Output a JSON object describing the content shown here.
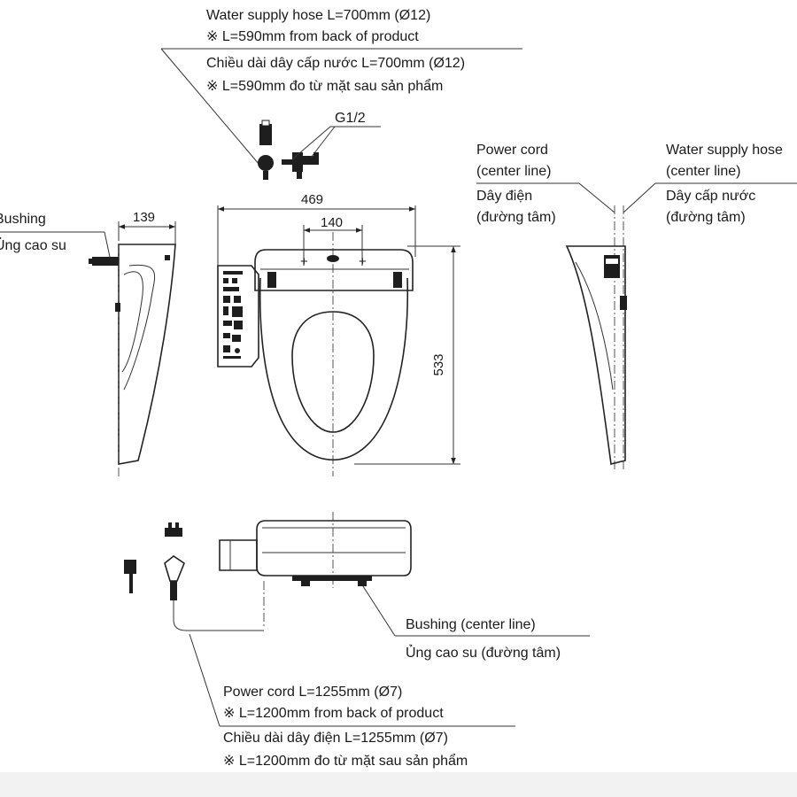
{
  "labels": {
    "water_hose_title": "Water supply hose L=700mm (Ø12)",
    "water_hose_note": "※ L=590mm from back of product",
    "water_hose_title_vi": "Chiều dài dây cấp nước L=700mm (Ø12)",
    "water_hose_note_vi": "※ L=590mm đo từ mặt sau sản phẩm",
    "g_thread": "G1/2",
    "bushing": "Bushing",
    "bushing_vi": "Ủng cao su",
    "power_cord_center_1": "Power cord",
    "power_cord_center_2": "(center line)",
    "power_cord_center_vi_1": "Dây điện",
    "power_cord_center_vi_2": "(đường tâm)",
    "water_hose_center_1": "Water supply hose",
    "water_hose_center_2": "(center line)",
    "water_hose_center_vi_1": "Dây cấp nước",
    "water_hose_center_vi_2": "(đường tâm)",
    "bushing_center": "Bushing (center line)",
    "bushing_center_vi": "Ủng cao su (đường tâm)",
    "power_cord_title": "Power cord L=1255mm (Ø7)",
    "power_cord_note": "※ L=1200mm from back of product",
    "power_cord_title_vi": "Chiều dài dây điện L=1255mm (Ø7)",
    "power_cord_note_vi": "※ L=1200mm đo từ mặt sau sản phẩm"
  },
  "dimensions": {
    "side_depth": "139",
    "overall_width": "469",
    "bolt_spacing": "140",
    "overall_length": "533"
  }
}
